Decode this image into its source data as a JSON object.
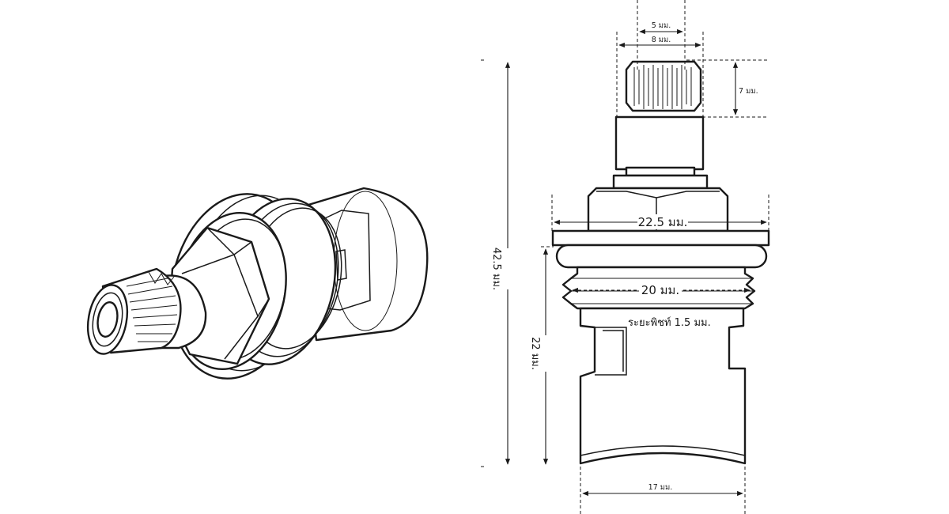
{
  "dimensions": {
    "top_inner": "5 มม.",
    "top_outer": "8 มม.",
    "spline_height": "7 มม.",
    "hex_width": "22.5 มม.",
    "thread_diameter": "20 มม.",
    "thread_pitch": "ระยะพิชท์ 1.5 มม.",
    "total_height": "42.5 มม.",
    "body_height": "22 มม.",
    "base_width": "17 มม."
  },
  "colors": {
    "line": "#1a1a1a",
    "background": "#ffffff"
  }
}
